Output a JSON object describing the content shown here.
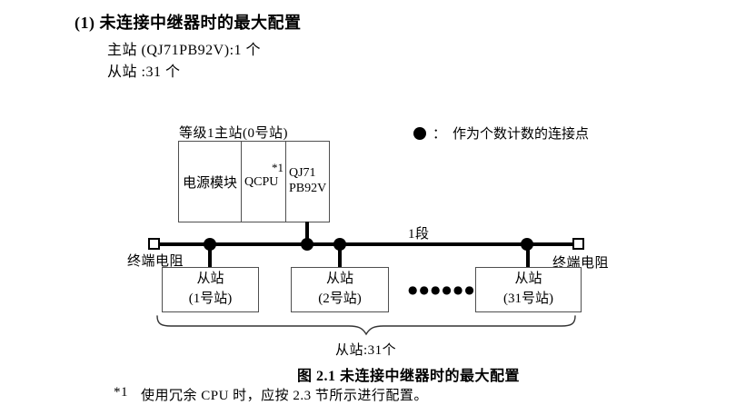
{
  "header": {
    "title": "(1) 未连接中继器时的最大配置",
    "master_count": "主站 (QJ71PB92V):1 个",
    "slave_count": "从站 :31 个"
  },
  "diagram": {
    "master_label": "等级1主站(0号站)",
    "master": {
      "cells": [
        {
          "label": "电源模块"
        },
        {
          "label": "QCPU",
          "note": "*1"
        },
        {
          "line1": "QJ71",
          "line2": "PB92V"
        }
      ]
    },
    "legend": {
      "separator": "：",
      "text": "作为个数计数的连接点"
    },
    "segment_label": "1段",
    "terminator_left": "终端电阻",
    "terminator_right": "终端电阻",
    "slaves": [
      {
        "line1": "从站",
        "line2": "(1号站)"
      },
      {
        "line1": "从站",
        "line2": "(2号站)"
      },
      {
        "line1": "从站",
        "line2": "(31号站)"
      }
    ],
    "ellipsis": "●●●●●●",
    "brace_label": "从站:31个"
  },
  "caption": "图 2.1 未连接中继器时的最大配置",
  "footnote": {
    "marker": "*1",
    "text": "使用冗余 CPU 时，应按 2.3 节所示进行配置。"
  },
  "colors": {
    "ink": "#000000",
    "box_border": "#4f4f4f"
  }
}
